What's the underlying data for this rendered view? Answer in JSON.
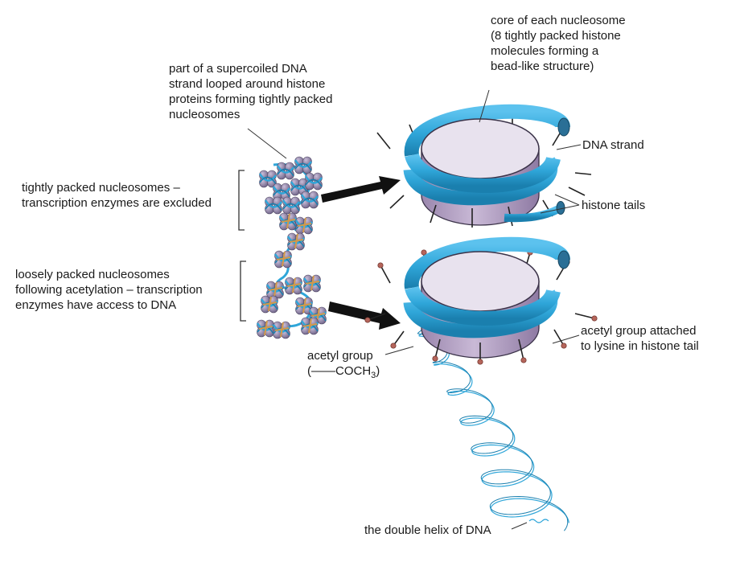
{
  "colors": {
    "dna": "#2fa6d9",
    "dna_dark": "#1a7fae",
    "dna_cap": "#2a6f96",
    "histone_top": "#e8e2ee",
    "histone_side": "#b8a6c8",
    "histone_side_dark": "#9a86ad",
    "histone_bead": "#8c7fa3",
    "acetyl_marker": "#b5655b",
    "acetyl_chain": "#d39a4a",
    "arrow": "#111111"
  },
  "icons": {
    "supercoil": "supercoiled-dna-icon",
    "tight_nucleosome": "tight-nucleosome-icon",
    "acetylated_nucleosome": "acetylated-nucleosome-icon",
    "helix": "dna-helix-icon"
  },
  "labels": {
    "supercoil": [
      "part of a supercoiled DNA",
      "strand looped around histone",
      "proteins forming tightly packed",
      "nucleosomes"
    ],
    "core": [
      "core of each nucleosome",
      "(8 tightly packed histone",
      "molecules forming a",
      "bead-like structure)"
    ],
    "tight": [
      "tightly packed nucleosomes –",
      "transcription enzymes are excluded"
    ],
    "loose": [
      "loosely packed nucleosomes",
      "following acetylation – transcription",
      "enzymes have access to DNA"
    ],
    "dna_strand": "DNA strand",
    "histone_tails": "histone tails",
    "acetyl_attached": [
      "acetyl group attached",
      "to lysine in histone tail"
    ],
    "acetyl_group": "acetyl group",
    "acetyl_formula_prefix": "(",
    "acetyl_formula_dash": "——",
    "acetyl_formula_main": "COCH",
    "acetyl_formula_sub": "3",
    "acetyl_formula_suffix": ")",
    "double_helix": "the double helix of DNA"
  }
}
